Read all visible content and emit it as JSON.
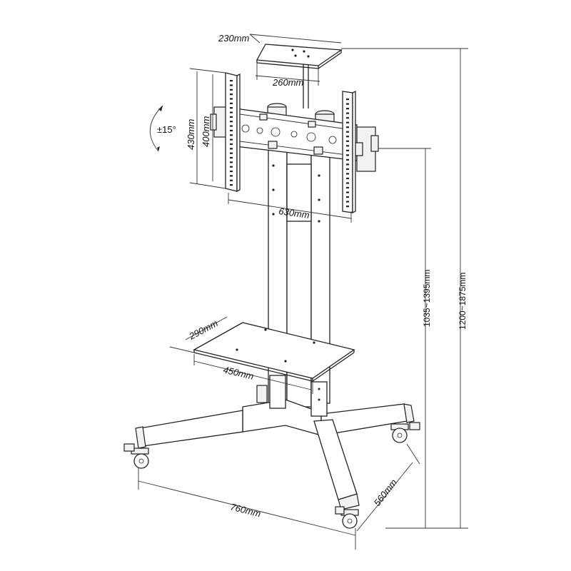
{
  "dimensions": {
    "top_tray_depth": "230mm",
    "top_tray_width": "260mm",
    "vesa_height_outer": "430mm",
    "vesa_height_inner": "400mm",
    "vesa_width": "630mm",
    "tilt": "±15°",
    "shelf_depth": "290mm",
    "shelf_width": "450mm",
    "base_width": "760mm",
    "base_depth": "560mm",
    "mount_height": "1035~1395mm",
    "total_height": "1200~1875mm"
  },
  "colors": {
    "line": "#222222",
    "background": "#ffffff"
  }
}
